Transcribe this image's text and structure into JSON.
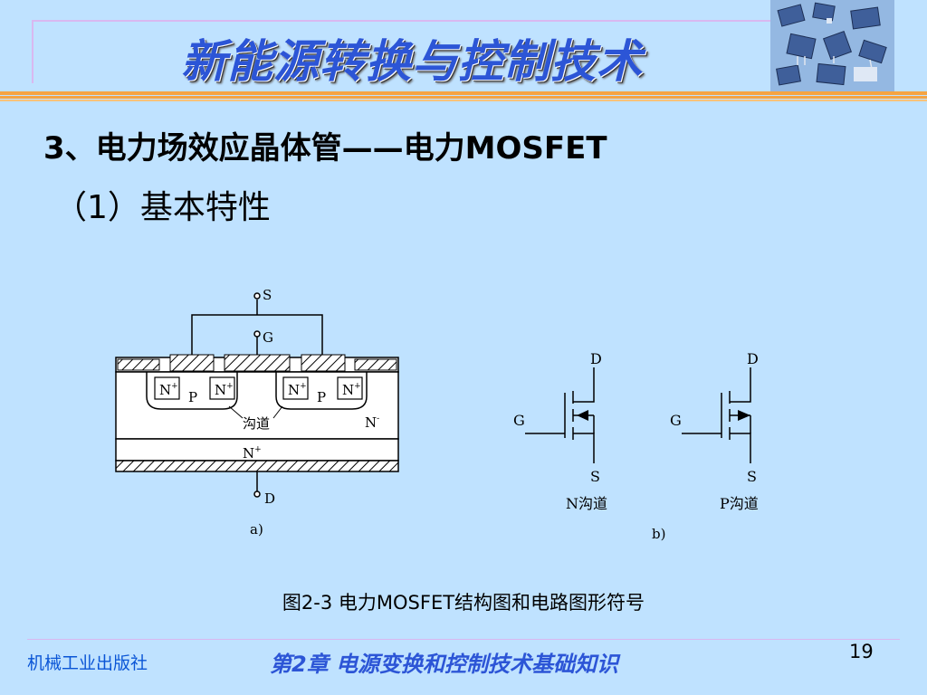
{
  "slide": {
    "title": "新能源转换与控制技术",
    "heading": "3、电力场效应晶体管——电力MOSFET",
    "subheading": "（1）基本特性",
    "caption": "图2-3  电力MOSFET结构图和电路图形符号",
    "footer_left": "机械工业出版社",
    "footer_center": "第2章  电源变换和控制技术基础知识",
    "page_number": "19"
  },
  "diagram_a": {
    "label": "a)",
    "source_label": "S",
    "gate_label": "G",
    "drain_label": "D",
    "n_plus_label": "N",
    "plus_superscript": "+",
    "p_label": "P",
    "n_minus_label": "N",
    "minus_superscript": "-",
    "channel_label": "沟道",
    "substrate_label": "N"
  },
  "diagram_b": {
    "label": "b)",
    "n_channel": {
      "drain": "D",
      "gate": "G",
      "source": "S",
      "caption": "N沟道"
    },
    "p_channel": {
      "drain": "D",
      "gate": "G",
      "source": "S",
      "caption": "P沟道"
    }
  },
  "colors": {
    "background": "#bfe2ff",
    "title_blue": "#2c55d6",
    "header_orange": "#f5a442",
    "footer_blue": "#0a55d6"
  }
}
